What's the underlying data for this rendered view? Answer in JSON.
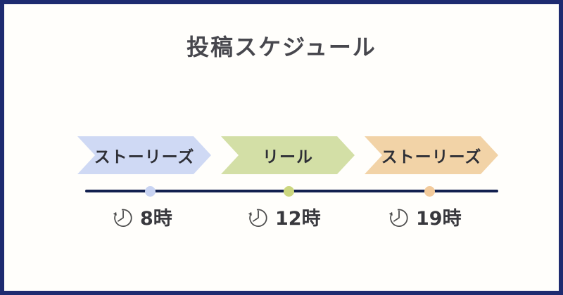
{
  "title": "投稿スケジュール",
  "frame": {
    "border_color": "#1e2b70",
    "background": "#fffefb"
  },
  "timeline": {
    "line_color": "#12204f"
  },
  "icons": {
    "clock": "clock-icon"
  },
  "steps": [
    {
      "label": "ストーリーズ",
      "time": "8時",
      "arrow_fill": "#cfd9f4",
      "dot_color": "#c8d3f2"
    },
    {
      "label": "リール",
      "time": "12時",
      "arrow_fill": "#d3dfa6",
      "dot_color": "#cbd67f"
    },
    {
      "label": "ストーリーズ",
      "time": "19時",
      "arrow_fill": "#f2d3a7",
      "dot_color": "#f2ca9b"
    }
  ]
}
